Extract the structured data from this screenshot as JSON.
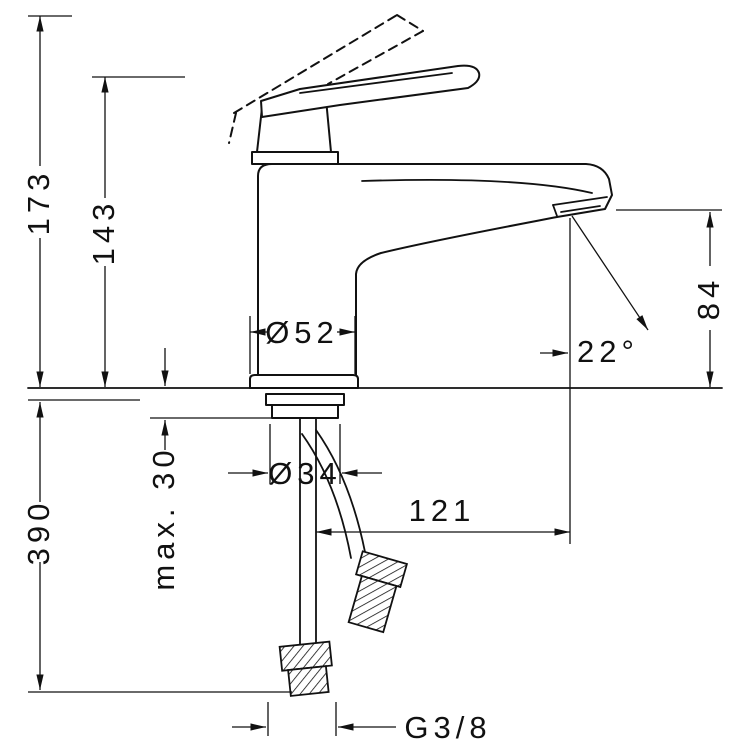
{
  "drawing": {
    "background": "#ffffff",
    "line_color": "#111111",
    "dimensions": {
      "total_height": "173",
      "height_to_handle": "143",
      "below_deck_length": "390",
      "max_deck_thickness": "max. 30",
      "base_diameter": "Ø52",
      "shank_diameter": "Ø34",
      "spout_reach": "121",
      "outlet_height": "84",
      "outlet_angle": "22°",
      "connection_thread": "G3/8"
    }
  }
}
